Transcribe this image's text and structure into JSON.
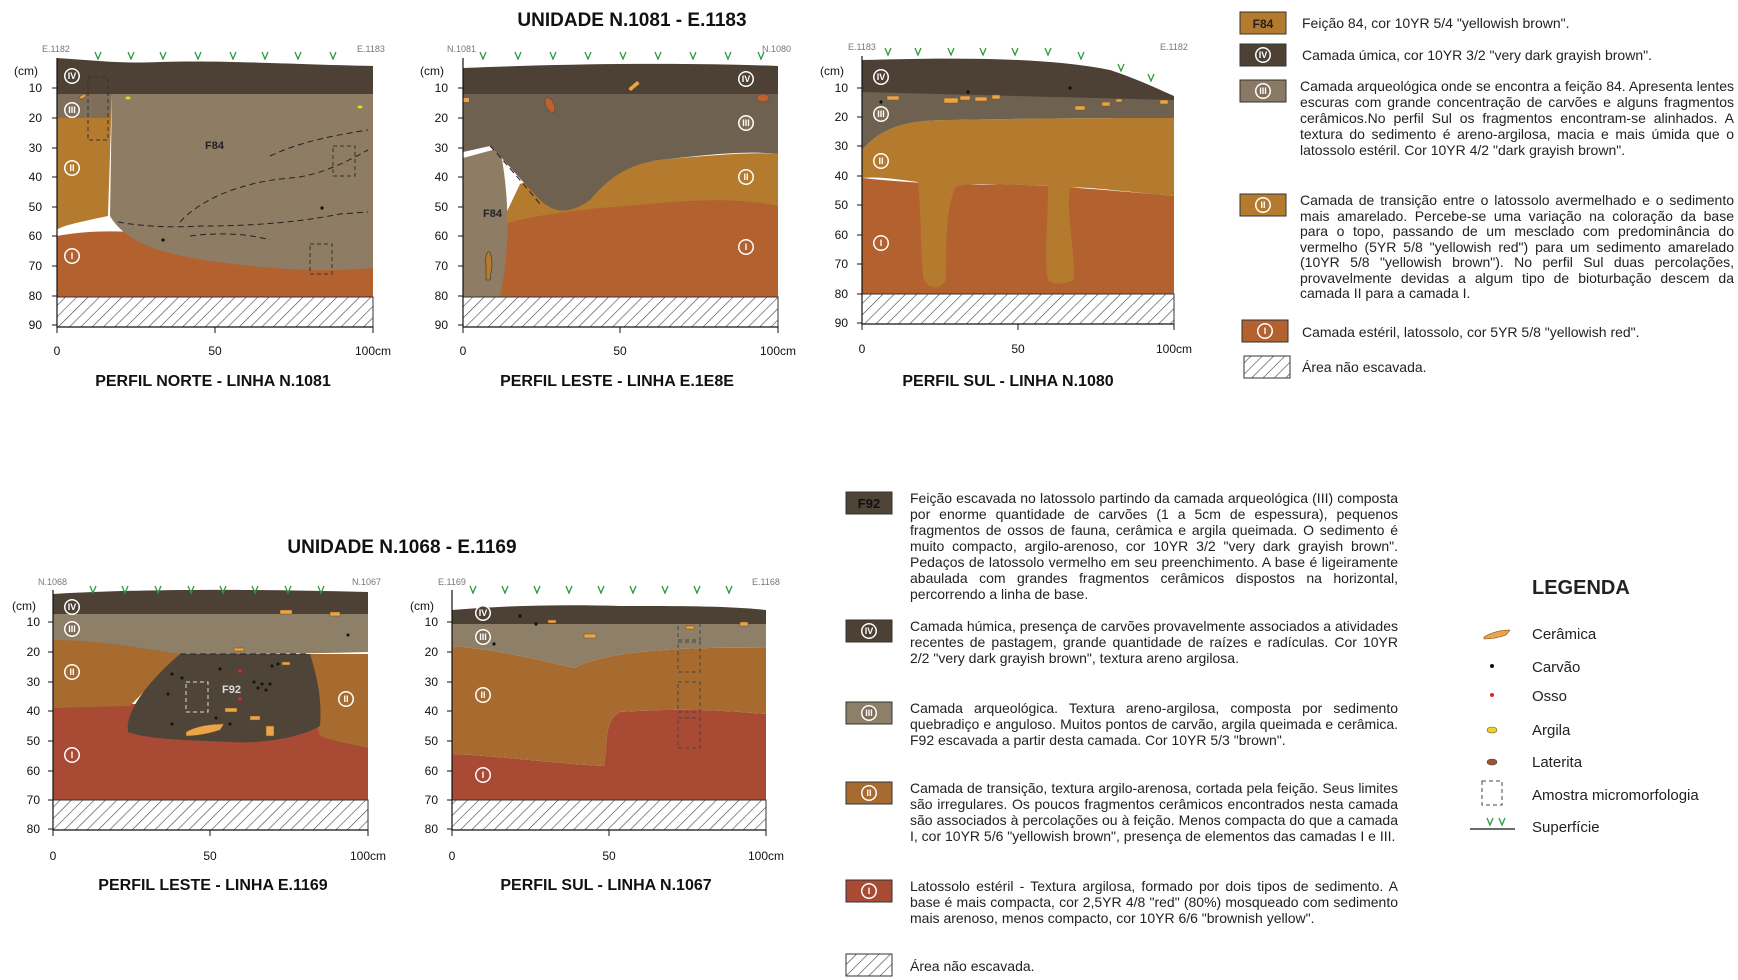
{
  "top": {
    "title": "UNIDADE N.1081 - E.1183",
    "profiles": [
      {
        "title": "PERFIL NORTE - LINHA N.1081",
        "left": "E.1182",
        "right": "E.1183",
        "feature": "F84",
        "yticks": [
          "10",
          "20",
          "30",
          "40",
          "50",
          "60",
          "70",
          "80",
          "90"
        ]
      },
      {
        "title": "PERFIL LESTE - LINHA E.1E8E",
        "left": "N.1081",
        "right": "N.1080",
        "feature": "F84",
        "yticks": [
          "10",
          "20",
          "30",
          "40",
          "50",
          "60",
          "70",
          "80",
          "90"
        ]
      },
      {
        "title": "PERFIL SUL - LINHA N.1080",
        "left": "E.1183",
        "right": "E.1182",
        "feature": "",
        "yticks": [
          "10",
          "20",
          "30",
          "40",
          "50",
          "60",
          "70",
          "80",
          "90"
        ]
      }
    ],
    "unit_label": "(cm)",
    "xticks": [
      "0",
      "50",
      "100cm"
    ],
    "legend": [
      {
        "tag": "F84",
        "text": "Feição 84, cor 10YR 5/4 \"yellowish brown\"."
      },
      {
        "tag": "IV",
        "text": "Camada úmica, cor 10YR 3/2 \"very dark grayish brown\"."
      },
      {
        "tag": "III",
        "text": "Camada arqueológica onde se encontra a feição 84. Apresenta lentes escuras com grande concentração de carvões e alguns fragmentos cerâmicos.No perfil Sul os fragmentos encontram-se alinhados. A textura do sedimento é areno-argilosa, macia e mais úmida que o latossolo estéril. Cor 10YR 4/2 \"dark grayish brown\"."
      },
      {
        "tag": "II",
        "text": "Camada de transição entre o latossolo avermelhado e o sedimento mais amarelado. Percebe-se uma variação na coloração da base para o topo, passando de um mesclado com predominância do vermelho (5YR 5/8 \"yellowish red\") para um sedimento amarelado (10YR 5/8 \"yellowish brown\"). No perfil Sul duas percolações, provavelmente devidas a algum tipo de bioturbação descem da camada II para a camada I."
      },
      {
        "tag": "I",
        "text": "Camada estéril, latossolo, cor 5YR 5/8 \"yellowish red\"."
      },
      {
        "tag": "hatch",
        "text": "Área não escavada."
      }
    ]
  },
  "bottom": {
    "title": "UNIDADE N.1068 - E.1169",
    "profiles": [
      {
        "title": "PERFIL LESTE - LINHA E.1169",
        "left": "N.1068",
        "right": "N.1067",
        "feature": "F92",
        "yticks": [
          "10",
          "20",
          "30",
          "40",
          "50",
          "60",
          "70",
          "80"
        ]
      },
      {
        "title": "PERFIL SUL - LINHA N.1067",
        "left": "E.1169",
        "right": "E.1168",
        "feature": "",
        "yticks": [
          "10",
          "20",
          "30",
          "40",
          "50",
          "60",
          "70",
          "80"
        ]
      }
    ],
    "unit_label": "(cm)",
    "xticks": [
      "0",
      "50",
      "100cm"
    ],
    "legend": [
      {
        "tag": "F92",
        "text": "Feição escavada no latossolo partindo da camada arqueológica (III) composta por enorme quantidade de carvões (1 a 5cm de espessura), pequenos fragmentos de ossos de fauna, cerâmica e argila queimada. O sedimento é muito compacto, argilo-arenoso, cor 10YR 3/2 \"very dark grayish brown\". Pedaços de latossolo vermelho em seu preenchimento. A base é ligeiramente abaulada com grandes fragmentos cerâmicos dispostos na horizontal, percorrendo a linha de base."
      },
      {
        "tag": "IV",
        "text": "Camada húmica, presença de carvões provavelmente associados a atividades recentes de pastagem, grande quantidade de raízes e radículas. Cor 10YR 2/2 \"very dark grayish brown\", textura areno argilosa."
      },
      {
        "tag": "III",
        "text": "Camada arqueológica.  Textura areno-argilosa, composta por sedimento quebradiço e anguloso. Muitos pontos de carvão, argila queimada e cerâmica. F92 escavada a partir desta camada. Cor 10YR 5/3 \"brown\"."
      },
      {
        "tag": "II",
        "text": "Camada de transição, textura argilo-arenosa, cortada pela feição. Seus limites são irregulares. Os poucos fragmentos cerâmicos encontrados nesta camada são associados à percolações ou à feição. Menos compacta do que a camada I, cor 10YR 5/6 \"yellowish brown\", presença de elementos das camadas I e III."
      },
      {
        "tag": "I",
        "text": "Latossolo estéril - Textura argilosa, formado por dois tipos de sedimento. A base é mais compacta, cor 2,5YR 4/8 \"red\" (80%) mosqueado com sedimento mais arenoso, menos compacto, cor 10YR 6/6 \"brownish yellow\"."
      },
      {
        "tag": "hatch",
        "text": "Área não escavada."
      }
    ]
  },
  "legenda": {
    "title": "LEGENDA",
    "items": [
      {
        "icon": "ceramic-icon",
        "label": "Cerâmica"
      },
      {
        "icon": "charcoal-icon",
        "label": "Carvão"
      },
      {
        "icon": "bone-icon",
        "label": "Osso"
      },
      {
        "icon": "clay-icon",
        "label": "Argila"
      },
      {
        "icon": "laterite-icon",
        "label": "Laterita"
      },
      {
        "icon": "sample-box-icon",
        "label": "Amostra micromorfologia"
      },
      {
        "icon": "surface-icon",
        "label": "Superfície"
      }
    ]
  },
  "colors": {
    "layer_IV": "#4d4034",
    "layer_III": "#8b7a63",
    "layer_III_top": "#6f6150",
    "layer_II": "#b47b2e",
    "layer_I": "#b2612f",
    "layer_I_bottom": "#9e4630",
    "feature_F84": "#8f7c64",
    "feature_F92": "#4e4437",
    "grass": "#2a9a3a",
    "ceramic": "#e8a54a",
    "clay": "#f2d21b",
    "bone": "#e02424",
    "laterite": "#a0522d"
  }
}
